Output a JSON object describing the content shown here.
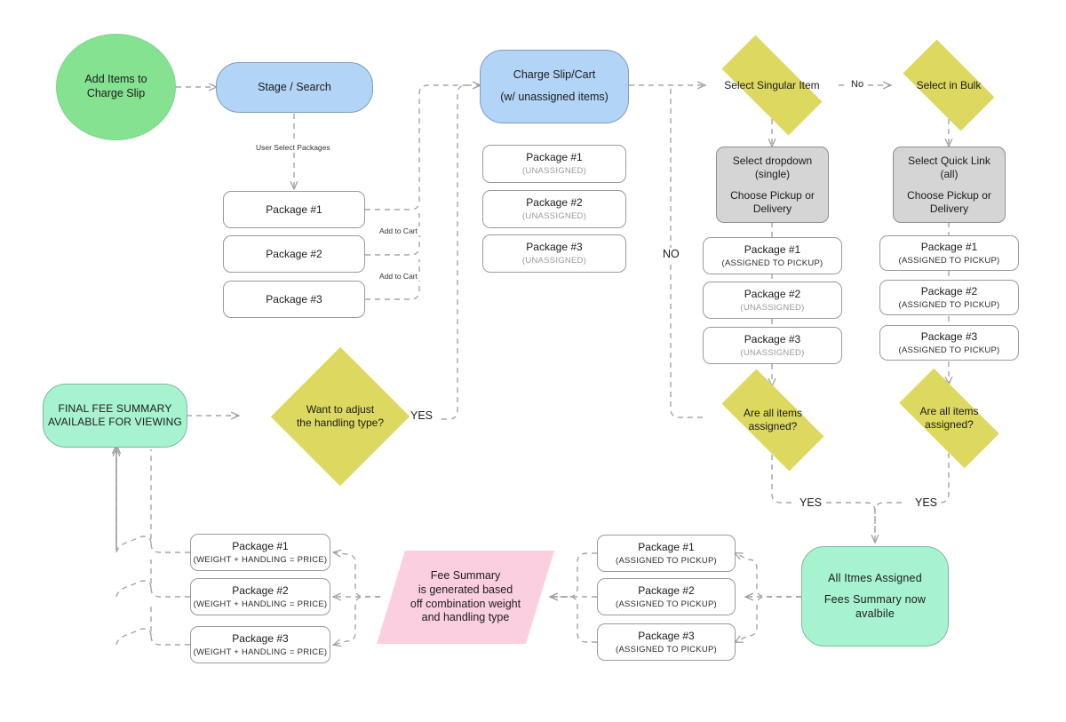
{
  "diagram": {
    "title": "Charge Slip package assignment and fee summary flow",
    "colors": {
      "start_green": "#84e291",
      "process_blue": "#b2d4f7",
      "decision_yellow": "#ddd85f",
      "action_gray": "#d5d5d5",
      "terminal_mint": "#a7f3cf",
      "data_pink": "#fbcfe0",
      "edge_gray": "#a0a0a0",
      "box_white": "#ffffff"
    }
  },
  "nodes": {
    "start": {
      "line1": "Add Items to",
      "line2": "Charge Slip"
    },
    "stage_search": {
      "label": "Stage / Search"
    },
    "stage_packages": [
      {
        "title": "Package #1"
      },
      {
        "title": "Package #2"
      },
      {
        "title": "Package #3"
      }
    ],
    "charge_slip": {
      "line1": "Charge Slip/Cart",
      "line2": "(w/ unassigned items)"
    },
    "cart_packages": [
      {
        "title": "Package #1",
        "status": "(UNASSIGNED)"
      },
      {
        "title": "Package #2",
        "status": "(UNASSIGNED)"
      },
      {
        "title": "Package #3",
        "status": "(UNASSIGNED)"
      }
    ],
    "select_singular": {
      "label": "Select Singular Item"
    },
    "select_bulk": {
      "label": "Select in Bulk"
    },
    "single_action": {
      "line1": "Select dropdown",
      "line2": "(single)",
      "line3": "Choose Pickup or",
      "line4": "Delivery"
    },
    "bulk_action": {
      "line1": "Select Quick Link",
      "line2": "(all)",
      "line3": "Choose Pickup or",
      "line4": "Delivery"
    },
    "single_packages": [
      {
        "title": "Package #1",
        "status": "(ASSIGNED TO PICKUP)",
        "muted": false
      },
      {
        "title": "Package #2",
        "status": "(UNASSIGNED)",
        "muted": true
      },
      {
        "title": "Package #3",
        "status": "(UNASSIGNED)",
        "muted": true
      }
    ],
    "bulk_packages": [
      {
        "title": "Package #1",
        "status": "(ASSIGNED TO PICKUP)",
        "muted": false
      },
      {
        "title": "Package #2",
        "status": "(ASSIGNED TO PICKUP)",
        "muted": false
      },
      {
        "title": "Package #3",
        "status": "(ASSIGNED TO PICKUP)",
        "muted": false
      }
    ],
    "all_assigned_single": {
      "line1": "Are all items",
      "line2": "assigned?"
    },
    "all_assigned_bulk": {
      "line1": "Are all items",
      "line2": "assigned?"
    },
    "all_items_assigned": {
      "line1": "All Itmes Assigned",
      "line2": "Fees Summary now",
      "line3": "avalbile"
    },
    "assigned_packages": [
      {
        "title": "Package #1",
        "status": "(ASSIGNED TO PICKUP)"
      },
      {
        "title": "Package #2",
        "status": "(ASSIGNED TO PICKUP)"
      },
      {
        "title": "Package #3",
        "status": "(ASSIGNED TO PICKUP)"
      }
    ],
    "fee_summary": {
      "line1": "Fee Summary",
      "line2": "is generated based",
      "line3": "off combination weight",
      "line4": "and handling type"
    },
    "priced_packages": [
      {
        "title": "Package #1",
        "status": "(WEIGHT + HANDLING = PRICE)"
      },
      {
        "title": "Package #2",
        "status": "(WEIGHT + HANDLING = PRICE)"
      },
      {
        "title": "Package #3",
        "status": "(WEIGHT + HANDLING = PRICE)"
      }
    ],
    "adjust_handling": {
      "line1": "Want to adjust",
      "line2": "the handling type?"
    },
    "final_fee_summary": {
      "line1": "FINAL FEE SUMMARY",
      "line2": "AVAILABLE FOR VIEWING"
    }
  },
  "edge_labels": {
    "user_select_packages": "User Select Packages",
    "add_to_cart_1": "Add to Cart",
    "add_to_cart_2": "Add to Cart",
    "no_singular": "No",
    "no_big": "NO",
    "yes_single_branch": "YES",
    "yes_bulk_branch": "YES",
    "yes_adjust": "YES"
  }
}
